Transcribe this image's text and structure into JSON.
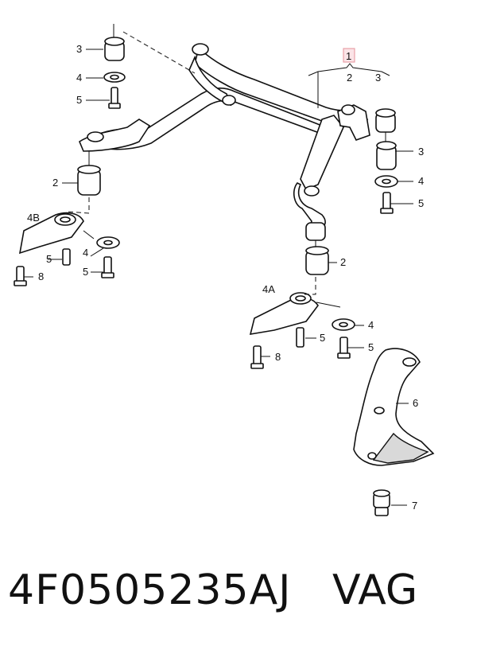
{
  "diagram": {
    "callouts": {
      "group": "1",
      "group_sub_a": "2",
      "group_sub_b": "3",
      "top_left_3": "3",
      "top_left_4": "4",
      "top_left_5": "5",
      "left_2": "2",
      "left_4B": "4B",
      "left_5": "5",
      "left_4": "4",
      "left_5b": "5",
      "left_8": "8",
      "right_3": "3",
      "right_4": "4",
      "right_5": "5",
      "center_2": "2",
      "center_4A": "4A",
      "center_8": "8",
      "center_5": "5",
      "center_4": "4",
      "center_5b": "5",
      "bracket_6": "6",
      "nut_7": "7"
    },
    "highlight_color": "#e8a0a8"
  },
  "footer": {
    "part_number": "4F0505235AJ",
    "brand": "VAG"
  }
}
